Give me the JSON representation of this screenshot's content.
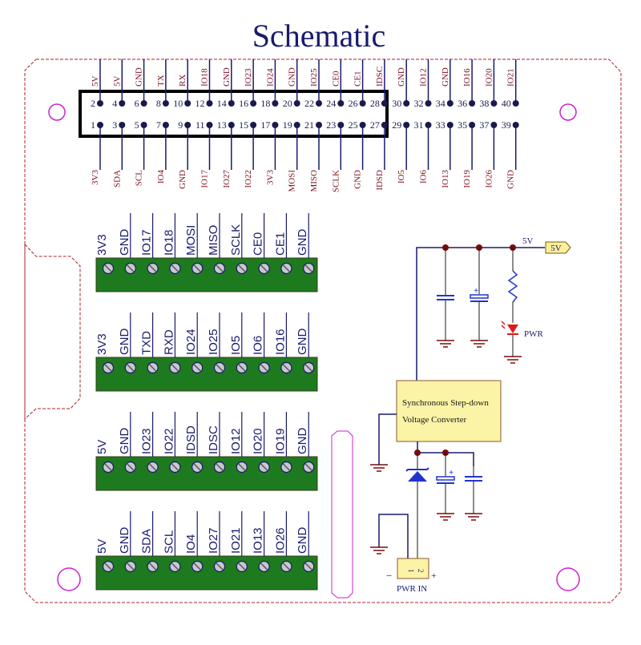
{
  "title": "Schematic",
  "colors": {
    "wire": "#1a1a6e",
    "board_outline": "#b0202a",
    "mount_hole": "#cc22cc",
    "terminal_block": "#1e7a1e",
    "screw": "#c8c8d0",
    "junction": "#7a0a0a",
    "ground": "#7a0a0a",
    "capacitor": "#2233cc",
    "led": "#e01818",
    "converter_fill": "#fbf3a6",
    "net_label_fill": "#fbf09a"
  },
  "gpio_header": {
    "top_row": [
      {
        "pin": "2",
        "label": "5V"
      },
      {
        "pin": "4",
        "label": "5V"
      },
      {
        "pin": "6",
        "label": "GND"
      },
      {
        "pin": "8",
        "label": "TX"
      },
      {
        "pin": "10",
        "label": "RX"
      },
      {
        "pin": "12",
        "label": "IO18"
      },
      {
        "pin": "14",
        "label": "GND"
      },
      {
        "pin": "16",
        "label": "IO23"
      },
      {
        "pin": "18",
        "label": "IO24"
      },
      {
        "pin": "20",
        "label": "GND"
      },
      {
        "pin": "22",
        "label": "IO25"
      },
      {
        "pin": "24",
        "label": "CE0"
      },
      {
        "pin": "26",
        "label": "CE1"
      },
      {
        "pin": "28",
        "label": "IDSC"
      },
      {
        "pin": "30",
        "label": "GND"
      },
      {
        "pin": "32",
        "label": "IO12"
      },
      {
        "pin": "34",
        "label": "GND"
      },
      {
        "pin": "36",
        "label": "IO16"
      },
      {
        "pin": "38",
        "label": "IO20"
      },
      {
        "pin": "40",
        "label": "IO21"
      }
    ],
    "bottom_row": [
      {
        "pin": "1",
        "label": "3V3"
      },
      {
        "pin": "3",
        "label": "SDA"
      },
      {
        "pin": "5",
        "label": "SCL"
      },
      {
        "pin": "7",
        "label": "IO4"
      },
      {
        "pin": "9",
        "label": "GND"
      },
      {
        "pin": "11",
        "label": "IO17"
      },
      {
        "pin": "13",
        "label": "IO27"
      },
      {
        "pin": "15",
        "label": "IO22"
      },
      {
        "pin": "17",
        "label": "3V3"
      },
      {
        "pin": "19",
        "label": "MOSI"
      },
      {
        "pin": "21",
        "label": "MISO"
      },
      {
        "pin": "23",
        "label": "SCLK"
      },
      {
        "pin": "25",
        "label": "GND"
      },
      {
        "pin": "27",
        "label": "IDSD"
      },
      {
        "pin": "29",
        "label": "IO5"
      },
      {
        "pin": "31",
        "label": "IO6"
      },
      {
        "pin": "33",
        "label": "IO13"
      },
      {
        "pin": "35",
        "label": "IO19"
      },
      {
        "pin": "37",
        "label": "IO26"
      },
      {
        "pin": "39",
        "label": "GND"
      }
    ]
  },
  "terminal_blocks": [
    {
      "labels": [
        "3V3",
        "GND",
        "IO17",
        "IO18",
        "MOSI",
        "MISO",
        "SCLK",
        "CE0",
        "CE1",
        "GND"
      ]
    },
    {
      "labels": [
        "3V3",
        "GND",
        "TXD",
        "RXD",
        "IO24",
        "IO25",
        "IO5",
        "IO6",
        "IO16",
        "GND"
      ]
    },
    {
      "labels": [
        "5V",
        "GND",
        "IO23",
        "IO22",
        "IDSD",
        "IDSC",
        "IO12",
        "IO20",
        "IO19",
        "GND"
      ]
    },
    {
      "labels": [
        "5V",
        "GND",
        "SDA",
        "SCL",
        "IO4",
        "IO27",
        "IO21",
        "IO13",
        "IO26",
        "GND"
      ]
    }
  ],
  "power": {
    "rail_label": "5V",
    "net_port_label": "5V",
    "led_label": "PWR",
    "converter_line1": "Synchronous Step-down",
    "converter_line2": "Voltage Converter",
    "connector_label": "PWR IN",
    "connector_pin1": "1",
    "connector_pin2": "2",
    "minus_sign": "−",
    "plus_sign": "+",
    "cap_polarity": "+"
  }
}
